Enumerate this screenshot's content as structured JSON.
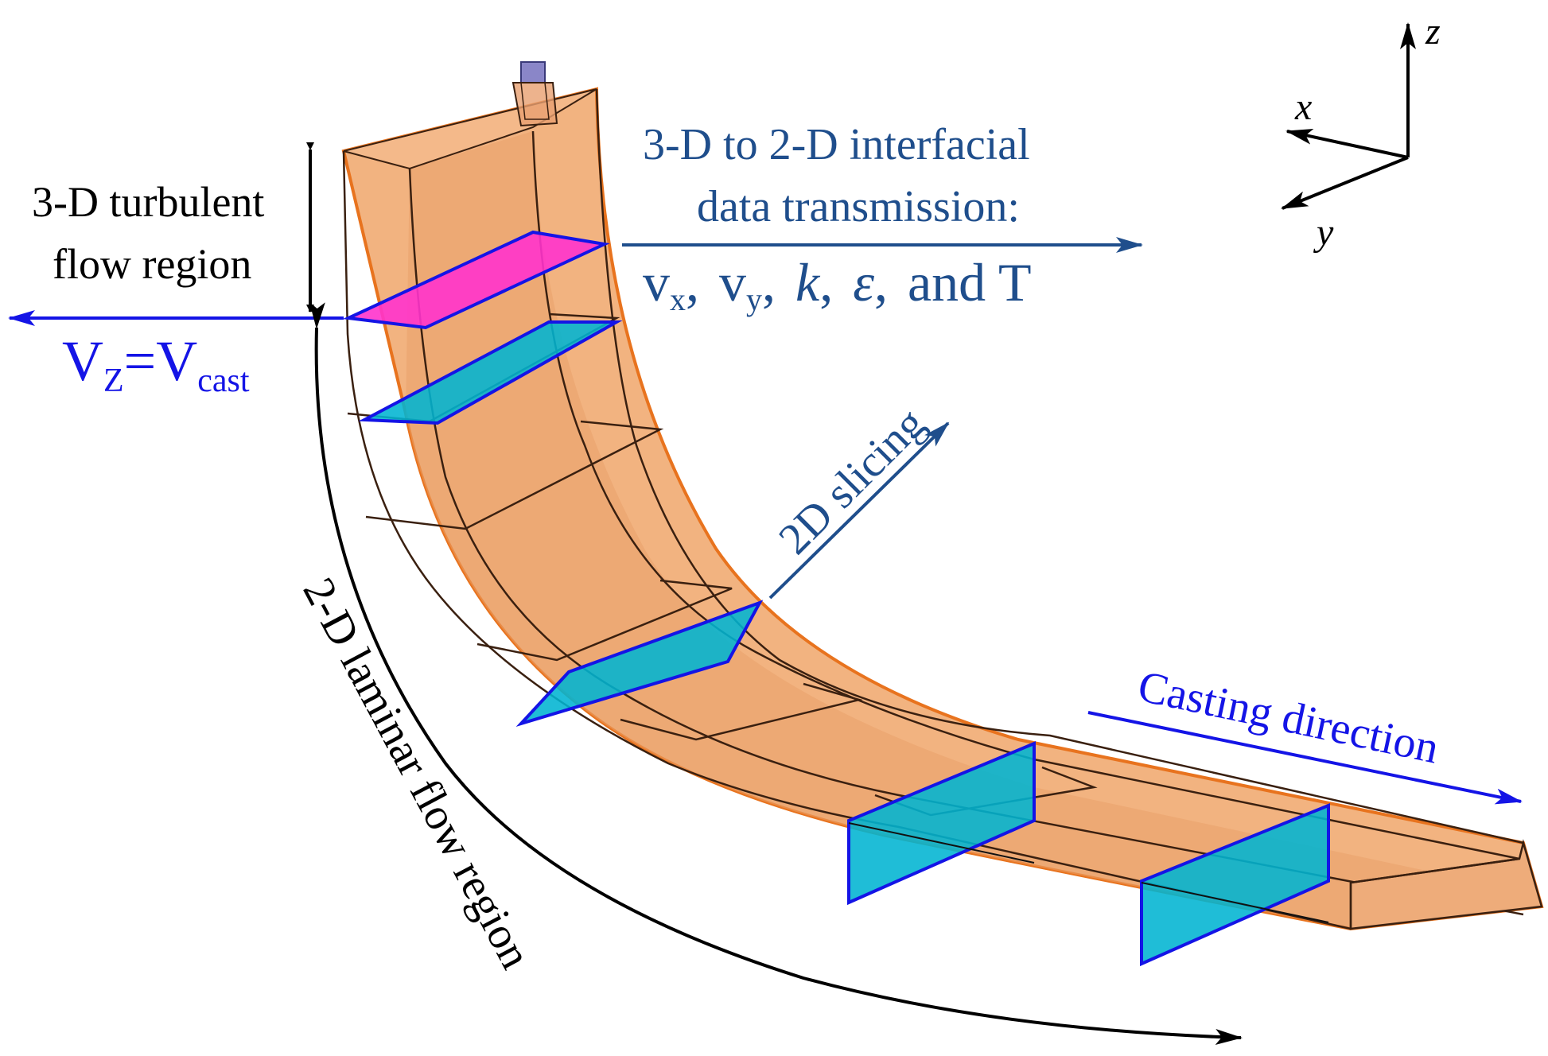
{
  "labels": {
    "turbulent_line1": "3-D turbulent",
    "turbulent_line2": "flow region",
    "transmission_line1": "3-D to 2-D interfacial",
    "transmission_line2": "data transmission:",
    "vars": {
      "vx_base": "v",
      "vx_sub": "x",
      "vy_base": "v",
      "vy_sub": "y",
      "k": "k",
      "eps": "ε",
      "tail": "and T",
      "sep": ","
    },
    "vcast": {
      "v1": "V",
      "z": "Z",
      "eq": "=V",
      "cast": "cast"
    },
    "slicing": "2D slicing",
    "laminar": "2-D laminar  flow region",
    "casting": "Casting direction",
    "axes": {
      "x": "x",
      "y": "y",
      "z": "z"
    }
  },
  "colors": {
    "strand_fill": "#f0a86e",
    "strand_edge": "#e8731e",
    "edge_line": "#3a2010",
    "interface_plane": "#ff33cc",
    "slice_plane": "#00b4d2",
    "plane_edge": "#1414e6",
    "label_dark_blue": "#1f4e8c",
    "label_blue": "#1414e6",
    "nozzle": "#8a86c8"
  }
}
